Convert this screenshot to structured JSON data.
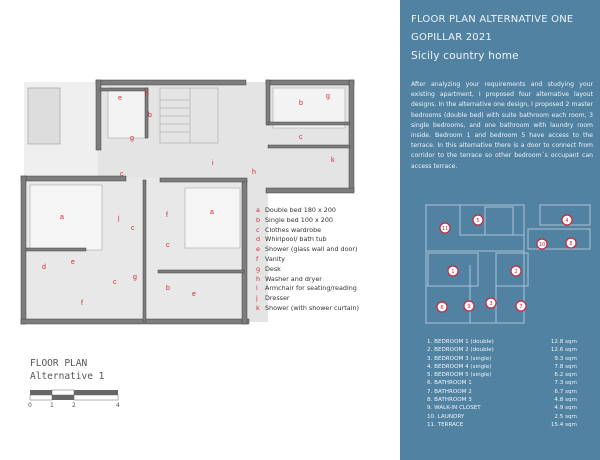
{
  "header": {
    "line1": "FLOOR PLAN  ALTERNATIVE ONE",
    "line2": "GOPILLAR 2021",
    "line3": "Sicily country home"
  },
  "description": "After analyzing your requirements and studying your existing apartment, I proposed four alternative layout designs. In the alternative one design, I proposed 2 master bedrooms (double bed) with suite bathroom each room, 3 single bedrooms, and one bathroom with laundry room inside. Bedroom 1 and bedroom 5 have access to the terrace. In this alternative there is a door to connect from corridor to the terrace so other bedroom´s occupant can access terrace.",
  "rooms": [
    {
      "name": "1. BEDROOM 1  (double)",
      "area": "12.8 sqm"
    },
    {
      "name": "2. BEDROOM 2  (double)",
      "area": "12.6 sqm"
    },
    {
      "name": "3. BEDROOM 3  (single)",
      "area": "9.3 sqm"
    },
    {
      "name": "4. BEDROOM 4  (single)",
      "area": "7.8 sqm"
    },
    {
      "name": "5. BEDROOM 5  (single)",
      "area": "6.2 sqm"
    },
    {
      "name": "6. BATHROOM 1",
      "area": "7.3 sqm"
    },
    {
      "name": "7. BATHROOM 2",
      "area": "6.7 sqm"
    },
    {
      "name": "8. BATHROOM 3",
      "area": "4.8 sqm"
    },
    {
      "name": "9. WALK-IN CLOSET",
      "area": "4.9 sqm"
    },
    {
      "name": "10. LAUNDRY",
      "area": "2.5 sqm"
    },
    {
      "name": "11. TERRACE",
      "area": "15.4 sqm"
    }
  ],
  "key_plan_numbers": [
    "11",
    "5",
    "4",
    "10",
    "8",
    "1",
    "2",
    "6",
    "9",
    "3",
    "7"
  ],
  "legend": [
    {
      "key": "a",
      "text": "Double bed 180 x 200"
    },
    {
      "key": "b",
      "text": "Single bed 100 x 200"
    },
    {
      "key": "c",
      "text": "Clothes wardrobe"
    },
    {
      "key": "d",
      "text": "Whirlpool/ bath tub"
    },
    {
      "key": "e",
      "text": "Shower (glass wall and door)"
    },
    {
      "key": "f",
      "text": "Vanity"
    },
    {
      "key": "g",
      "text": "Desk"
    },
    {
      "key": "h",
      "text": "Washer and dryer"
    },
    {
      "key": "i",
      "text": "Armchair for seating/reading"
    },
    {
      "key": "j",
      "text": "Dresser"
    },
    {
      "key": "k",
      "text": "Shower (with shower curtain)"
    }
  ],
  "plan_labels": [
    "e",
    "h",
    "b",
    "g",
    "b",
    "g",
    "c",
    "k",
    "h",
    "i",
    "c",
    "a",
    "j",
    "f",
    "a",
    "c",
    "c",
    "d",
    "e",
    "c",
    "g",
    "b",
    "e",
    "f"
  ],
  "floor_plan_title": {
    "line1": "FLOOR PLAN",
    "line2": "Alternative 1"
  },
  "scale": {
    "ticks": [
      "0",
      "1",
      "2",
      "4"
    ]
  },
  "colors": {
    "panel": "#5282a2",
    "accent": "#d4283c"
  }
}
